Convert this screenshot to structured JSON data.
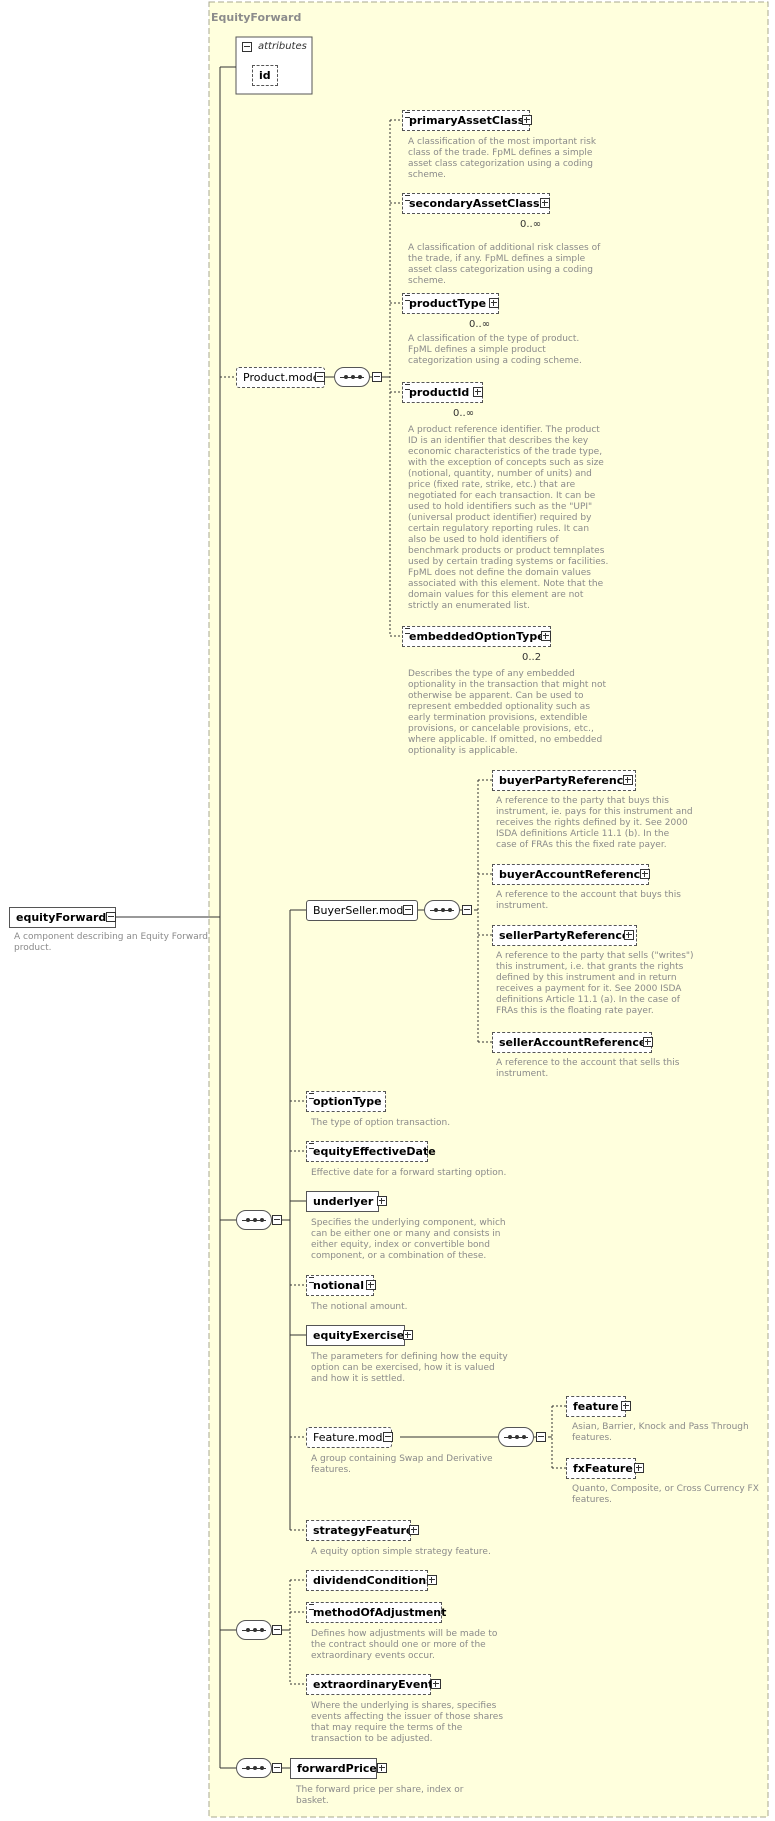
{
  "container": {
    "title": "EquityForward"
  },
  "attributes": {
    "label": "attributes",
    "items": [
      "id"
    ]
  },
  "root": {
    "name": "equityForward",
    "doc": "A component describing an Equity Forward\nproduct."
  },
  "product_model": {
    "name": "Product.model",
    "children": [
      {
        "name": "primaryAssetClass",
        "card": "",
        "doc": "A classification of the most important risk\nclass of the trade. FpML defines a simple\nasset class categorization using a coding\nscheme."
      },
      {
        "name": "secondaryAssetClass",
        "card": "0..∞",
        "doc": "A classification of additional risk classes of\nthe trade, if any. FpML defines a simple\nasset class categorization using a coding\nscheme."
      },
      {
        "name": "productType",
        "card": "0..∞",
        "doc": "A classification of the type of product.\nFpML defines a simple product\ncategorization using a coding scheme."
      },
      {
        "name": "productId",
        "card": "0..∞",
        "doc": "A product reference identifier. The product\nID is an identifier that describes the key\neconomic characteristics of the trade type,\nwith the exception of concepts such as size\n(notional, quantity, number of units) and\nprice (fixed rate, strike, etc.) that are\nnegotiated for each transaction. It can be\nused to hold identifiers such as the \"UPI\"\n(universal product identifier) required by\ncertain regulatory reporting rules. It can\nalso be used to hold identifiers of\nbenchmark products or product temnplates\nused by certain trading systems or facilities.\nFpML does not define the domain values\nassociated with this element. Note that the\ndomain values for this element are not\nstrictly an enumerated list."
      },
      {
        "name": "embeddedOptionType",
        "card": "0..2",
        "doc": "Describes the type of any embedded\noptionality in the transaction that might not\notherwise be apparent. Can be used to\nrepresent embedded optionality such as\nearly termination provisions, extendible\nprovisions, or cancelable provisions, etc.,\nwhere applicable. If omitted, no embedded\noptionality is applicable."
      }
    ]
  },
  "buyer_seller_model": {
    "name": "BuyerSeller.model",
    "children": [
      {
        "name": "buyerPartyReference",
        "doc": "A reference to the party that buys this\ninstrument, ie. pays for this instrument and\nreceives the rights defined by it. See 2000\nISDA definitions Article 11.1 (b). In the\ncase of FRAs this the fixed rate payer."
      },
      {
        "name": "buyerAccountReference",
        "doc": "A reference to the account that buys this\ninstrument."
      },
      {
        "name": "sellerPartyReference",
        "doc": "A reference to the party that sells (\"writes\")\nthis instrument, i.e. that grants the rights\ndefined by this instrument and in return\nreceives a payment for it. See 2000 ISDA\ndefinitions Article 11.1 (a). In the case of\nFRAs this is the floating rate payer."
      },
      {
        "name": "sellerAccountReference",
        "doc": "A reference to the account that sells this\ninstrument."
      }
    ]
  },
  "main_elements": [
    {
      "name": "optionType",
      "doc": "The type of option transaction."
    },
    {
      "name": "equityEffectiveDate",
      "doc": "Effective date for a forward starting option."
    },
    {
      "name": "underlyer",
      "doc": "Specifies the underlying component, which\ncan be either one or many and consists in\neither equity, index or convertible bond\ncomponent, or a combination of these."
    },
    {
      "name": "notional",
      "doc": "The notional amount."
    },
    {
      "name": "equityExercise",
      "doc": "The parameters for defining how the equity\noption can be exercised, how it is valued\nand how it is settled."
    }
  ],
  "feature_model": {
    "name": "Feature.model",
    "doc": "A group containing Swap and Derivative\nfeatures.",
    "children": [
      {
        "name": "feature",
        "doc": "Asian, Barrier, Knock and Pass Through\nfeatures."
      },
      {
        "name": "fxFeature",
        "doc": "Quanto, Composite, or Cross Currency FX\nfeatures."
      }
    ]
  },
  "strategy_feature": {
    "name": "strategyFeature",
    "doc": "A equity option simple strategy feature."
  },
  "dividend_group": [
    {
      "name": "dividendConditions",
      "doc": ""
    },
    {
      "name": "methodOfAdjustment",
      "doc": "Defines how adjustments will be made to\nthe contract should one or more of the\nextraordinary events occur."
    },
    {
      "name": "extraordinaryEvents",
      "doc": "Where the underlying is shares, specifies\nevents affecting the issuer of those shares\nthat may require the terms of the\ntransaction to be adjusted."
    }
  ],
  "forward_price": {
    "name": "forwardPrice",
    "doc": "The forward price per share, index or\nbasket."
  },
  "colors": {
    "frame_fill": "#ffffdd",
    "frame_border": "#a8a890",
    "doc_text": "#8a8a8a"
  }
}
